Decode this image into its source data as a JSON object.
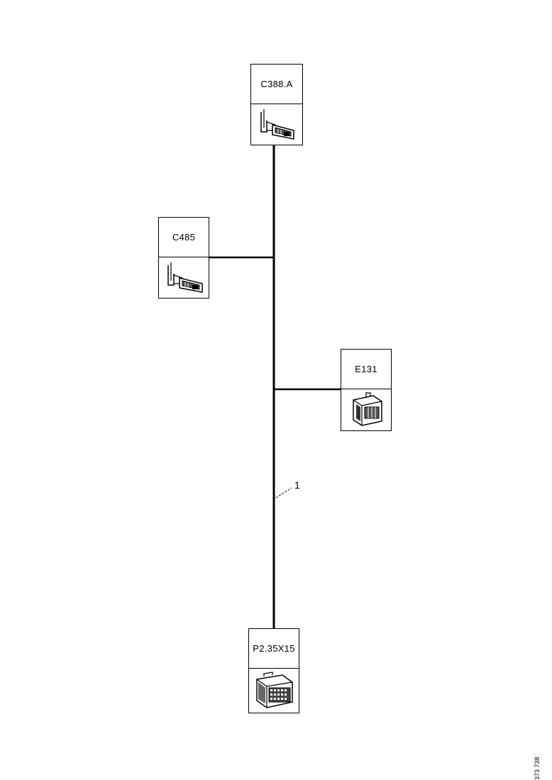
{
  "connectors": [
    {
      "id": "C388A",
      "label": "C388.A",
      "icon": "connector-plug-icon"
    },
    {
      "id": "C485",
      "label": "C485",
      "icon": "connector-plug-icon"
    },
    {
      "id": "E131",
      "label": "E131",
      "icon": "connector-housing-icon"
    },
    {
      "id": "P2B",
      "label": "P2.35X15",
      "icon": "multi-pin-connector-icon"
    }
  ],
  "harness": {
    "callout": "1"
  },
  "document_ref": "373 738"
}
